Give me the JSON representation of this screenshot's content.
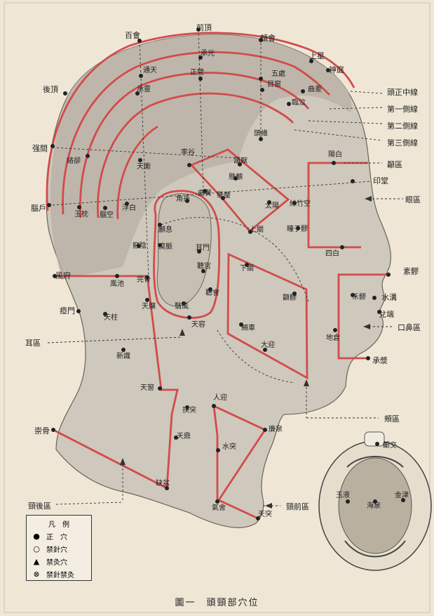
{
  "caption": "圖一　頭頸部穴位",
  "legend": {
    "title": "凡　例",
    "items": [
      {
        "symbol": "●",
        "label": "正　穴"
      },
      {
        "symbol": "○",
        "label": "禁針穴"
      },
      {
        "symbol": "▲",
        "label": "禁灸穴"
      },
      {
        "symbol": "⊗",
        "label": "禁針禁灸"
      }
    ]
  },
  "lines": {
    "midline": "頭正中線",
    "first": "第一側線",
    "second": "第二側線",
    "third": "第三側線"
  },
  "regions": {
    "temporal": "顳區",
    "eye": "眼區",
    "mouth_nose": "口鼻區",
    "ear": "耳區",
    "cheek": "頰區",
    "back_neck": "頸後區",
    "front_neck": "頸前區"
  },
  "points": {
    "baihui": "百會",
    "qianding": "前頂",
    "xinhui": "顖會",
    "shangxing": "上星",
    "shenting": "神庭",
    "houding": "後頂",
    "qiangjian": "强間",
    "naohu": "腦戶",
    "tongtian": "通天",
    "chengguang": "承光",
    "wuchu": "五處",
    "qucha": "曲差",
    "chengling": "承靈",
    "zhengying": "正營",
    "muchuang": "目窗",
    "linqi": "臨泣",
    "luoque": "絡卻",
    "tianchong": "天衝",
    "shuaigu": "率谷",
    "yuzhen": "玉枕",
    "naokong": "腦空",
    "fubai": "浮白",
    "qiaoyin": "竅陰",
    "wangu": "完骨",
    "touwei": "頭維",
    "hanyan": "頷厭",
    "xuanlu": "懸顱",
    "xuanli": "懸釐",
    "qubin": "曲鬢",
    "yangbai": "陽白",
    "yintang": "印堂",
    "taiyang": "太陽",
    "sizhukong": "絲竹空",
    "shangguan": "上關",
    "tongziliao": "瞳子髎",
    "sibai": "四白",
    "jiaosun": "角孫",
    "luxi": "顱息",
    "qimai": "瘈脈",
    "ermen": "耳門",
    "tinggong": "聽宮",
    "tinghui": "聽會",
    "xiaguan": "下關",
    "yifeng": "翳風",
    "fengfu": "風府",
    "fengchi": "風池",
    "yamen": "瘂門",
    "tianzhu": "天柱",
    "tianyou": "天牖",
    "tianrong": "天容",
    "jiache": "頰車",
    "daying": "大迎",
    "quanliao": "顴髎",
    "suliao": "素髎",
    "shuigou": "水溝",
    "heliao": "禾髎",
    "duiduan": "兌端",
    "dicang": "地倉",
    "chengjiang": "承漿",
    "xinshi": "新識",
    "tianchuang": "天窗",
    "futu": "扶突",
    "renying": "人迎",
    "lianquan": "廉泉",
    "tianding": "天鼎",
    "shuitu": "水突",
    "chonggu": "崇骨",
    "quepen": "缺盆",
    "qishe": "氣舍",
    "tiantu": "天突",
    "yinjiao": "齦交",
    "yuye": "玉液",
    "jinjin": "金津",
    "haiquan": "海泉"
  }
}
